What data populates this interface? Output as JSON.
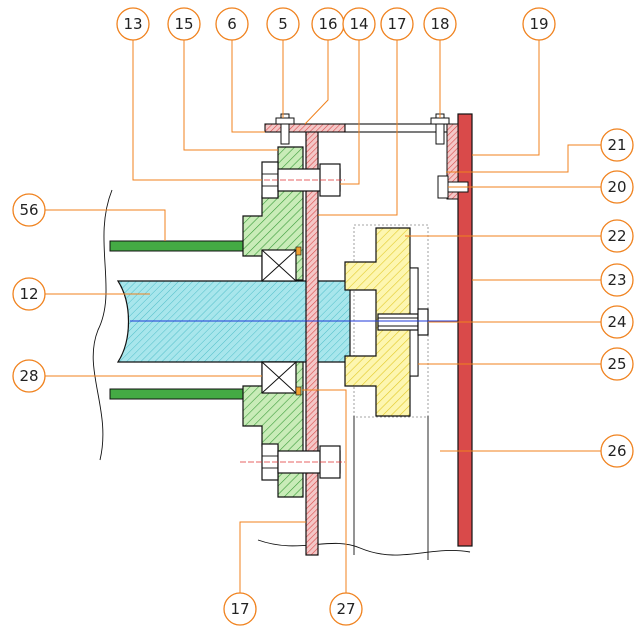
{
  "callouts": {
    "c13": "13",
    "c15": "15",
    "c6": "6",
    "c5": "5",
    "c16": "16",
    "c14": "14",
    "c17_top": "17",
    "c18": "18",
    "c19": "19",
    "c21": "21",
    "c20": "20",
    "c56": "56",
    "c22": "22",
    "c23": "23",
    "c12": "12",
    "c24": "24",
    "c28": "28",
    "c25": "25",
    "c26": "26",
    "c17_bottom": "17",
    "c27": "27"
  },
  "colors": {
    "leader": "#f0821e",
    "green_part": "#44aa44",
    "cyan_shaft": "#7fd4dc",
    "red_plate": "#d94a4a",
    "yellow_hub": "#f2e24a",
    "axis_line": "#1f3ad8",
    "center_mark": "#e03030"
  }
}
